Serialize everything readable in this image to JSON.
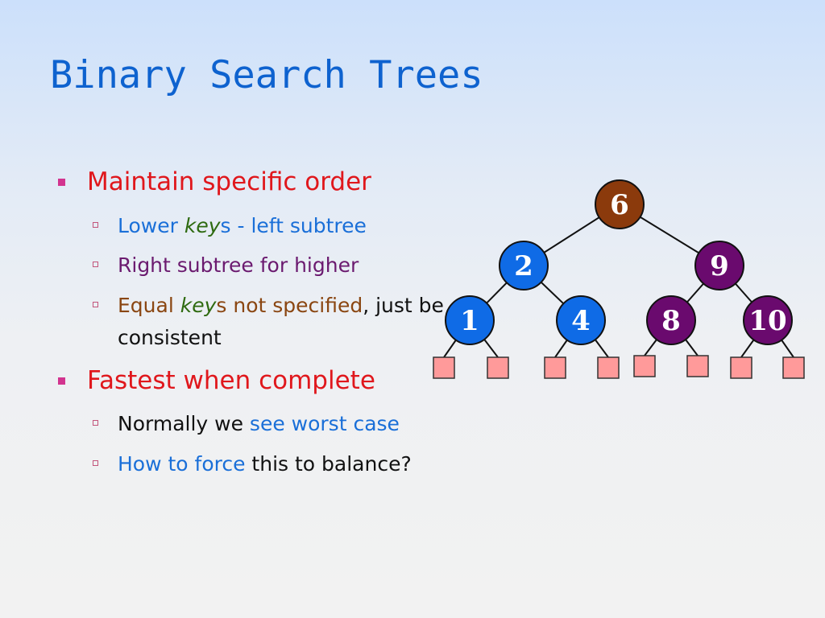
{
  "slide": {
    "title": "Binary Search Trees",
    "bullets": [
      {
        "text": "Maintain specific order",
        "sub": [
          {
            "parts": [
              "Lower ",
              "key",
              "s - left subtree"
            ]
          },
          {
            "parts": [
              "Right subtree for higher"
            ]
          },
          {
            "parts": [
              "Equal ",
              "key",
              "s not specified",
              ", just be consistent"
            ]
          }
        ]
      },
      {
        "text": "Fastest when complete",
        "sub": [
          {
            "parts": [
              "Normally we ",
              "see worst case"
            ]
          },
          {
            "parts": [
              "How to force",
              " this to balance?"
            ]
          }
        ]
      }
    ]
  },
  "tree": {
    "nodes": [
      {
        "id": "n6",
        "label": "6",
        "color": "#8b3a0c"
      },
      {
        "id": "n2",
        "label": "2",
        "color": "#0f6be6"
      },
      {
        "id": "n9",
        "label": "9",
        "color": "#6a0a6e"
      },
      {
        "id": "n1",
        "label": "1",
        "color": "#0f6be6"
      },
      {
        "id": "n4",
        "label": "4",
        "color": "#0f6be6"
      },
      {
        "id": "n8",
        "label": "8",
        "color": "#6a0a6e"
      },
      {
        "id": "n10",
        "label": "10",
        "color": "#6a0a6e"
      }
    ],
    "edges": [
      [
        "n6",
        "n2"
      ],
      [
        "n6",
        "n9"
      ],
      [
        "n2",
        "n1"
      ],
      [
        "n2",
        "n4"
      ],
      [
        "n9",
        "n8"
      ],
      [
        "n9",
        "n10"
      ]
    ],
    "leaf_color": "#ff9a9a",
    "leaf_count": 8
  }
}
